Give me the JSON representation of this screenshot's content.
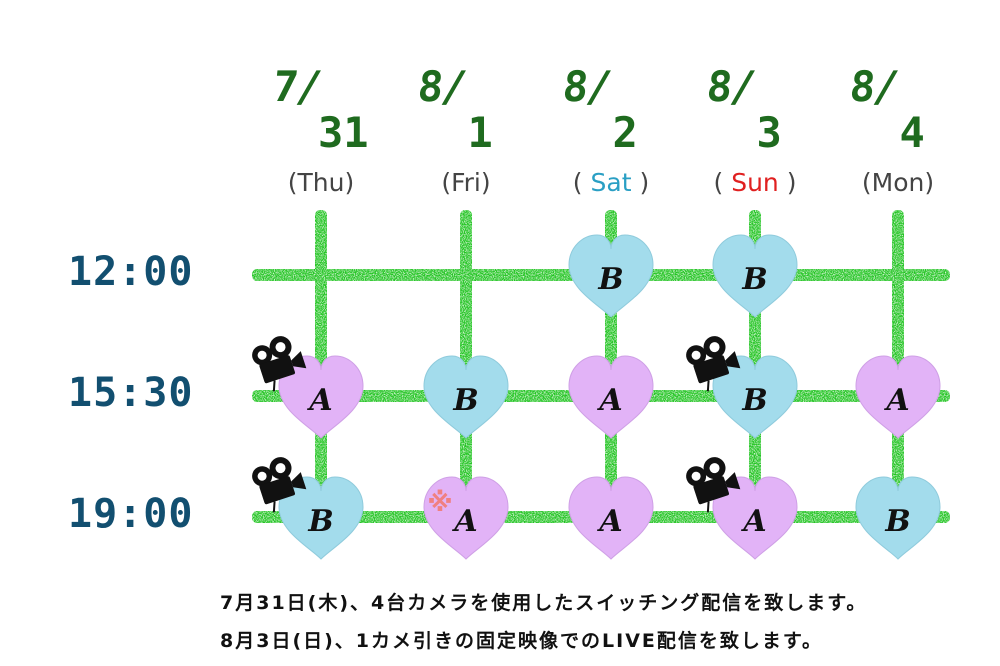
{
  "colors": {
    "grid_line": "#22c422",
    "date_text": "#1f6b1f",
    "weekday_text": "#444444",
    "saturday": "#2a9fc4",
    "sunday": "#e02020",
    "time_text": "#124f70",
    "heart_a": "#e2b3f7",
    "heart_b": "#a3dcec",
    "special_mark": "#f08080"
  },
  "columns": [
    {
      "month": "7/",
      "day": "31",
      "weekday": "Thu",
      "weekday_color": "default"
    },
    {
      "month": "8/",
      "day": "1",
      "weekday": "Fri",
      "weekday_color": "default"
    },
    {
      "month": "8/",
      "day": "2",
      "weekday": "Sat",
      "weekday_color": "saturday"
    },
    {
      "month": "8/",
      "day": "3",
      "weekday": "Sun",
      "weekday_color": "sunday"
    },
    {
      "month": "8/",
      "day": "4",
      "weekday": "Mon",
      "weekday_color": "default"
    }
  ],
  "rows": [
    {
      "time": "12:00"
    },
    {
      "time": "15:30"
    },
    {
      "time": "19:00"
    }
  ],
  "cells": [
    {
      "row": 0,
      "col": 2,
      "group": "B",
      "camera": false,
      "special": false
    },
    {
      "row": 0,
      "col": 3,
      "group": "B",
      "camera": false,
      "special": false
    },
    {
      "row": 1,
      "col": 0,
      "group": "A",
      "camera": true,
      "special": false
    },
    {
      "row": 1,
      "col": 1,
      "group": "B",
      "camera": false,
      "special": false
    },
    {
      "row": 1,
      "col": 2,
      "group": "A",
      "camera": false,
      "special": false
    },
    {
      "row": 1,
      "col": 3,
      "group": "B",
      "camera": true,
      "special": false
    },
    {
      "row": 1,
      "col": 4,
      "group": "A",
      "camera": false,
      "special": false
    },
    {
      "row": 2,
      "col": 0,
      "group": "B",
      "camera": true,
      "special": false
    },
    {
      "row": 2,
      "col": 1,
      "group": "A",
      "camera": false,
      "special": true
    },
    {
      "row": 2,
      "col": 2,
      "group": "A",
      "camera": false,
      "special": false
    },
    {
      "row": 2,
      "col": 3,
      "group": "A",
      "camera": true,
      "special": false
    },
    {
      "row": 2,
      "col": 4,
      "group": "B",
      "camera": false,
      "special": false
    }
  ],
  "special_mark_symbol": "※",
  "icons": {
    "camera": "movie-camera-icon",
    "special": "reference-mark-icon",
    "heart": "heart-icon"
  },
  "notes": [
    "7月31日(木)、4台カメラを使用したスイッチング配信を致します。",
    "8月3日(日)、1カメ引きの固定映像でのLIVE配信を致します。"
  ]
}
